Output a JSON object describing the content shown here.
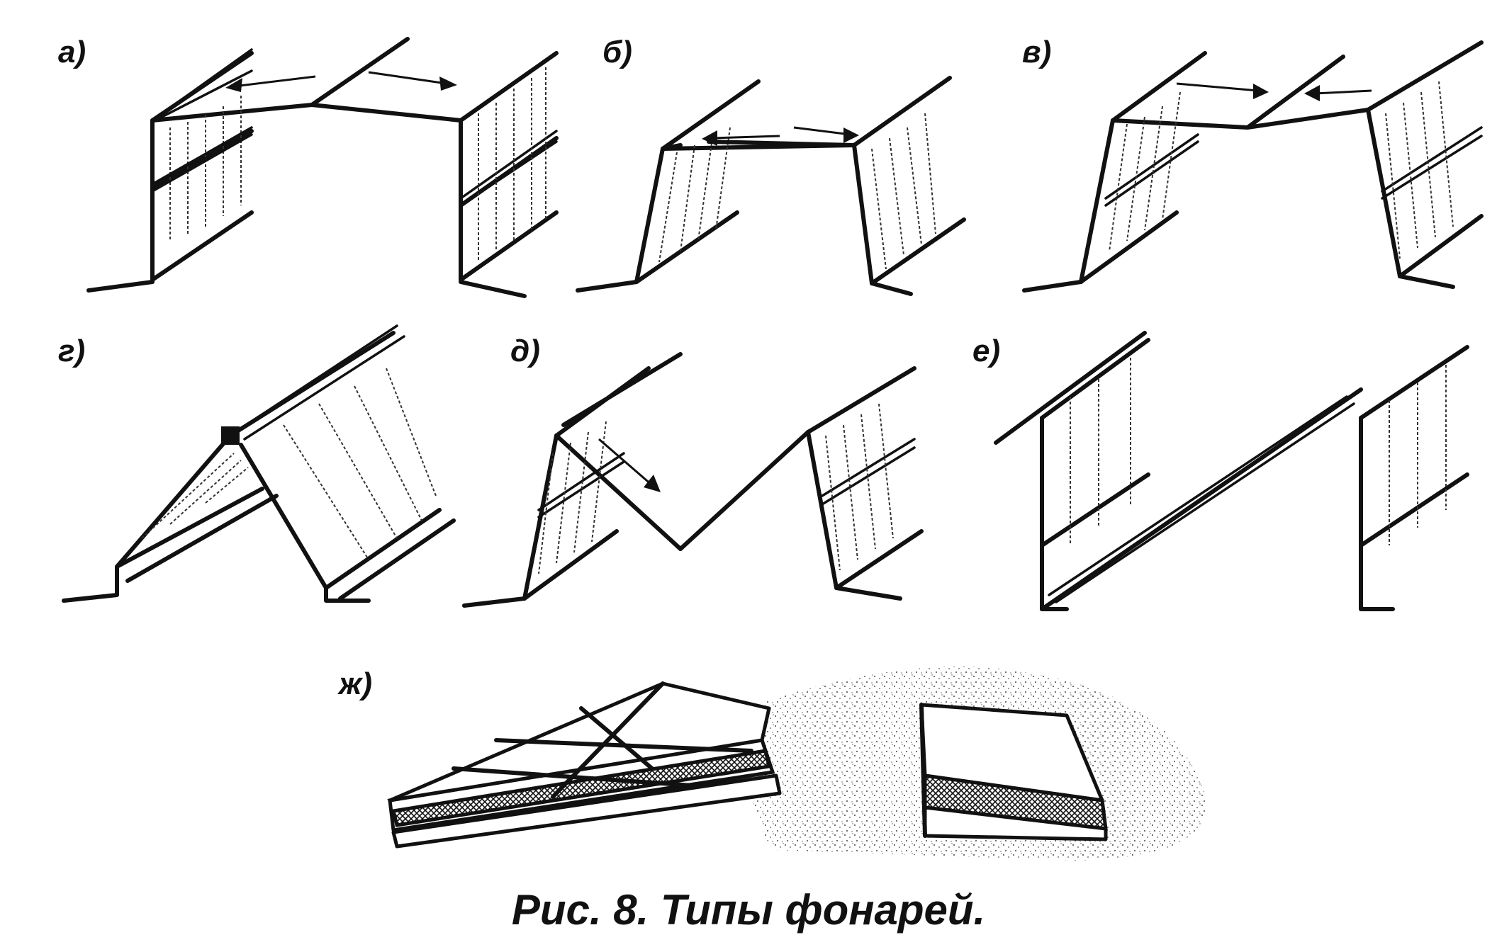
{
  "figure": {
    "caption": "Рис. 8. Типы фонарей.",
    "panels": [
      {
        "id": "a",
        "label": "а)"
      },
      {
        "id": "b",
        "label": "б)"
      },
      {
        "id": "v",
        "label": "в)"
      },
      {
        "id": "g",
        "label": "г)"
      },
      {
        "id": "d",
        "label": "д)"
      },
      {
        "id": "e",
        "label": "е)"
      },
      {
        "id": "zh",
        "label": "ж)"
      }
    ]
  }
}
